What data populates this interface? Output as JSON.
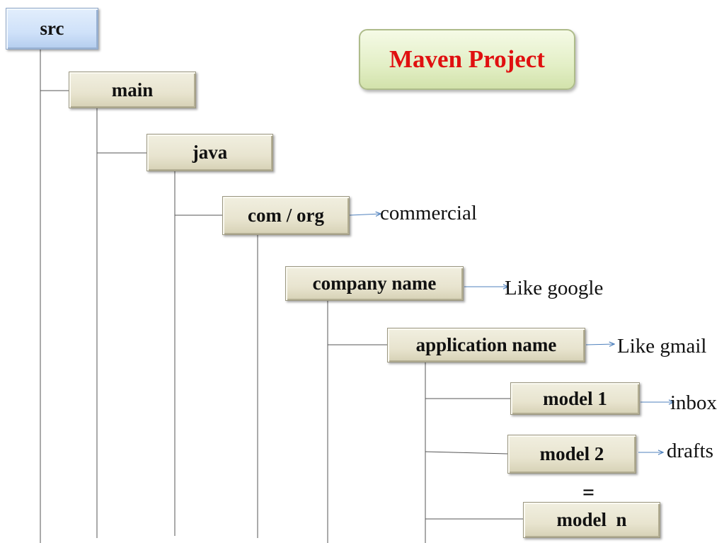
{
  "title": "Maven Project",
  "nodes": {
    "src": "src",
    "main": "main",
    "java": "java",
    "com_org": "com / org",
    "company_name": "company name",
    "application_name": "application name",
    "model_1": "model 1",
    "model_2": "model 2",
    "model_n": "model  n"
  },
  "annotations": {
    "com_org": "commercial",
    "company_name": "Like google",
    "application_name": "Like gmail",
    "model_1": "inbox",
    "model_2": "drafts"
  },
  "ellipsis_symbol": "=",
  "colors": {
    "title_text": "#e01010",
    "arrow": "#4f81bd",
    "tree_line": "#555555"
  }
}
